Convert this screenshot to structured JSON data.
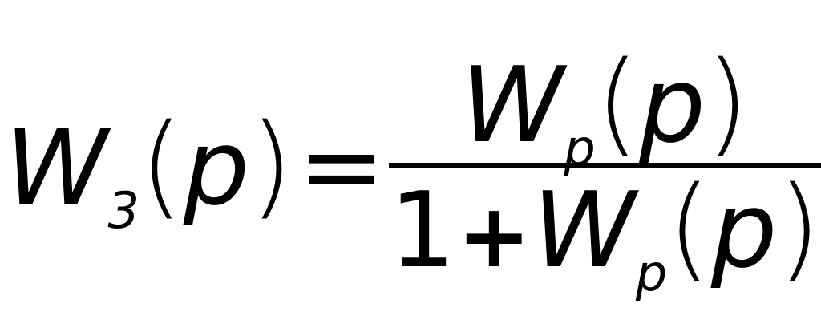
{
  "formula": {
    "lhs": {
      "symbol": "W",
      "subscript": "3",
      "open": "(",
      "arg": "p",
      "close": ")"
    },
    "equals": "=",
    "numerator": {
      "symbol": "W",
      "subscript": "p",
      "open": "(",
      "arg": "p",
      "close": ")"
    },
    "denominator": {
      "one": "1",
      "plus": "+",
      "symbol": "W",
      "subscript": "p",
      "open": "(",
      "arg": "p",
      "close": ")"
    }
  }
}
